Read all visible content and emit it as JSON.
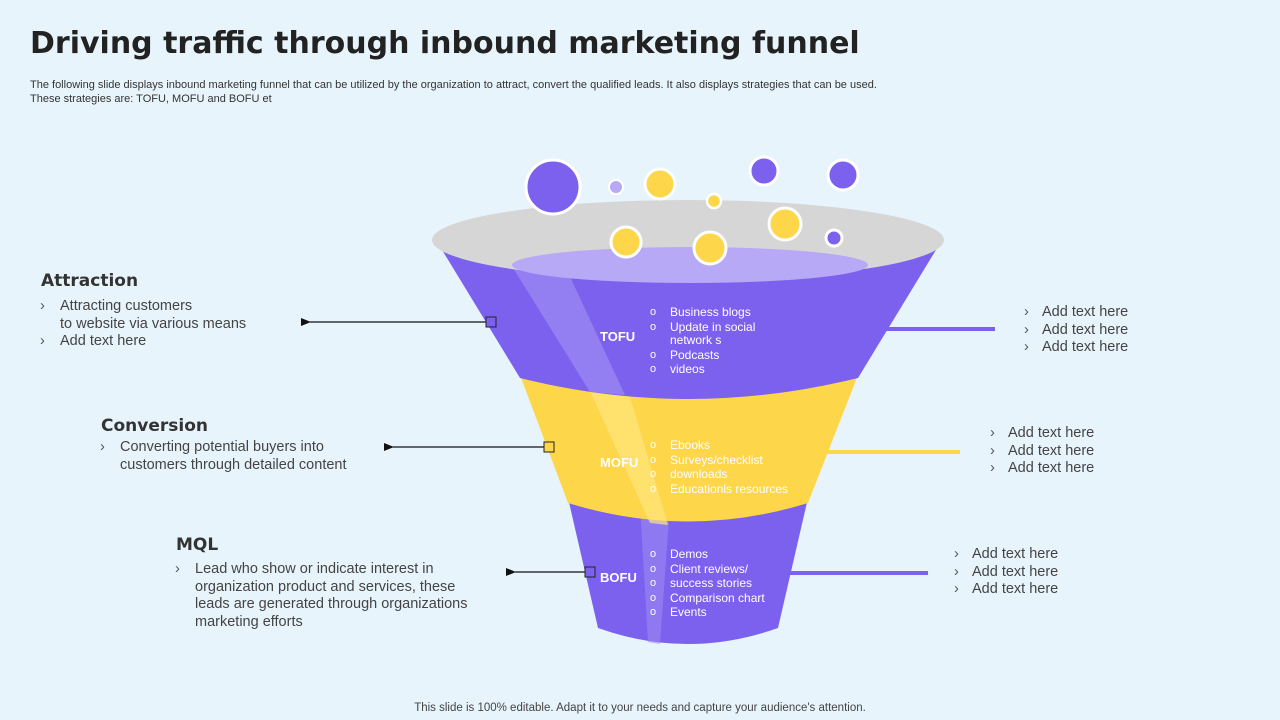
{
  "title": "Driving traffic through inbound marketing funnel",
  "subtitle": [
    "The following slide displays inbound marketing funnel that can be utilized by the organization to attract, convert the qualified leads. It also displays strategies that can be used.",
    "These strategies are: TOFU, MOFU  and BOFU  et"
  ],
  "colors": {
    "purple": "#7b61ee",
    "purple_light": "#9b88f3",
    "yellow": "#fdd64a",
    "rim": "#d6d6d6",
    "background": "#e8f4fc"
  },
  "stages": [
    {
      "label": "TOFU",
      "items": [
        "Business blogs",
        "Update in social",
        "network s",
        "Podcasts",
        "videos"
      ]
    },
    {
      "label": "MOFU",
      "items": [
        "Ebooks",
        "Surveys/checklist",
        "downloads",
        "Educationls resources"
      ]
    },
    {
      "label": "BOFU",
      "items": [
        "Demos",
        "Client reviews/",
        "success stories",
        "Comparison chart",
        "Events"
      ]
    }
  ],
  "sections": [
    {
      "heading": "Attraction",
      "lines": [
        "Attracting customers",
        "to website via various means",
        "Add text here"
      ]
    },
    {
      "heading": "Conversion",
      "lines": [
        "Converting potential buyers into",
        "customers through detailed content"
      ]
    },
    {
      "heading": "MQL",
      "lines": [
        "Lead who show or indicate interest in",
        "organization product and services, these",
        "leads are generated through organizations",
        "marketing efforts"
      ]
    }
  ],
  "right_notes": [
    [
      "Add text here",
      "Add text here",
      "Add text here"
    ],
    [
      "Add text here",
      "Add text here",
      "Add text here"
    ],
    [
      "Add text here",
      "Add text here",
      "Add text here"
    ]
  ],
  "footer": "This slide is 100% editable. Adapt it to your needs and capture your audience's attention."
}
